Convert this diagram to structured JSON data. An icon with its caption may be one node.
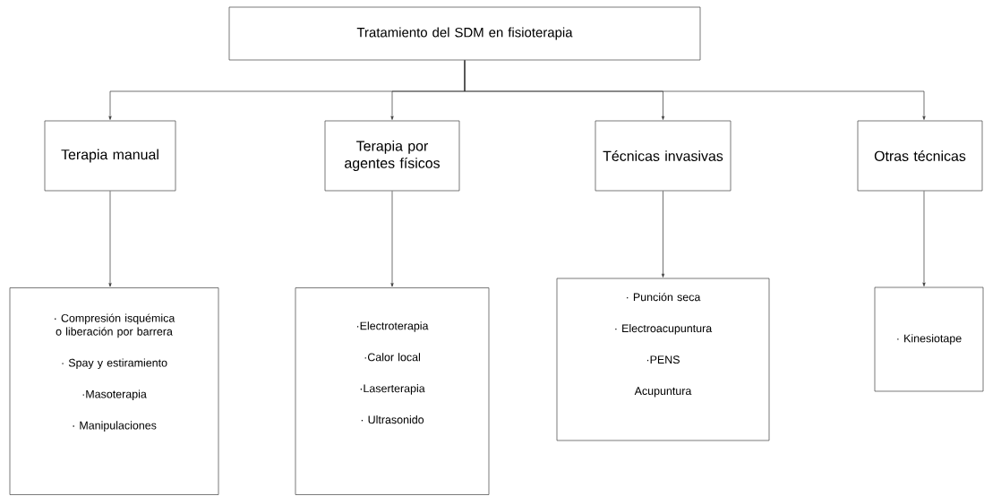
{
  "diagram": {
    "nodes": [
      {
        "text": [
          "Tratamiento del SDM en fisioterapia"
        ]
      },
      {
        "text": [
          "Terapia manual"
        ]
      },
      {
        "text": [
          "Terapia por agentes físicos"
        ]
      },
      {
        "text": [
          "Técnicas invasivas"
        ]
      },
      {
        "text": [
          "Otras técnicas"
        ]
      },
      {
        "text": [
          "· Compresión isquémica o liberación por barrera",
          "· Spay y estiramiento",
          "·Masoterapia",
          "· Manipulaciones"
        ]
      },
      {
        "text": [
          "·Electroterapia",
          "·Calor local",
          "·Laserterapia",
          "· Ultrasonido"
        ]
      },
      {
        "text": [
          "· Punción seca",
          "· Electroacupuntura",
          "·PENS",
          "Acupuntura"
        ]
      },
      {
        "text": [
          "· Kinesiotape"
        ]
      }
    ],
    "edges": [
      {
        "from": 0,
        "to": 1,
        "arrow": "to"
      },
      {
        "from": 0,
        "to": 2,
        "arrow": "to"
      },
      {
        "from": 0,
        "to": 3,
        "arrow": "to"
      },
      {
        "from": 0,
        "to": 4,
        "arrow": "to"
      },
      {
        "from": 1,
        "to": 5,
        "arrow": "to"
      },
      {
        "from": 2,
        "to": 6,
        "arrow": "to"
      },
      {
        "from": 3,
        "to": 7,
        "arrow": "to"
      },
      {
        "from": 4,
        "to": 8,
        "arrow": "to"
      }
    ]
  }
}
